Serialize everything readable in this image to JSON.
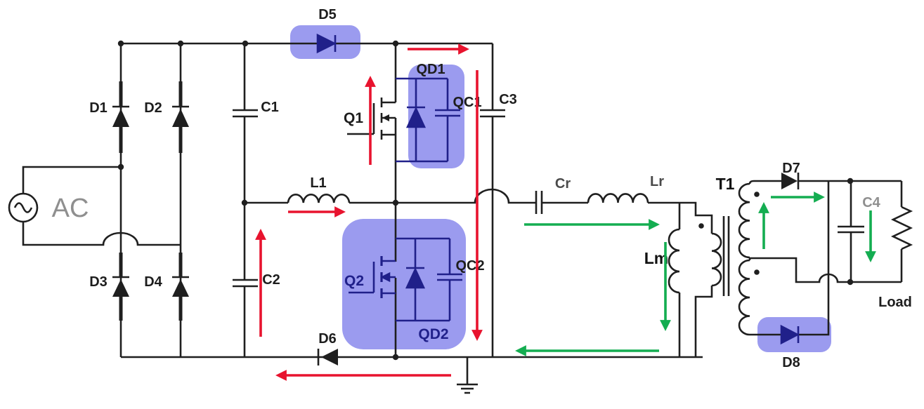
{
  "diagram": {
    "labels": {
      "ac": "AC",
      "d1": "D1",
      "d2": "D2",
      "d3": "D3",
      "d4": "D4",
      "d5": "D5",
      "d6": "D6",
      "d7": "D7",
      "d8": "D8",
      "c1": "C1",
      "c2": "C2",
      "c3": "C3",
      "c4": "C4",
      "l1": "L1",
      "cr": "Cr",
      "lr": "Lr",
      "lm": "Lm",
      "t1": "T1",
      "q1": "Q1",
      "q2": "Q2",
      "qd1": "QD1",
      "qd2": "QD2",
      "qc1": "QC1",
      "qc2": "QC2",
      "load": "Load"
    },
    "colors": {
      "wire": "#1f1f1f",
      "component_navy": "#20208a",
      "highlight_blue": "#9b9bef",
      "arrow_red": "#e8132e",
      "arrow_green": "#14ad51",
      "label_gray": "#8f8f8f"
    }
  }
}
